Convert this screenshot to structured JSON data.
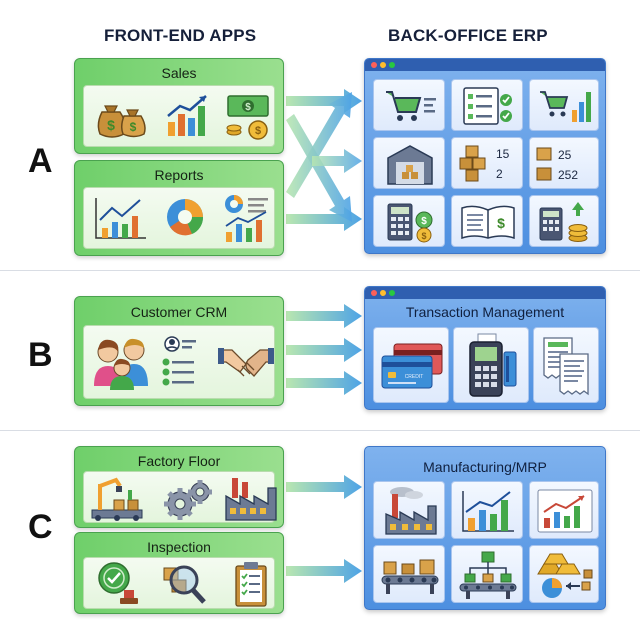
{
  "headers": {
    "left": "FRONT-END APPS",
    "right": "BACK-OFFICE ERP"
  },
  "rows": [
    {
      "letter": "A",
      "front": [
        {
          "title": "Sales"
        },
        {
          "title": "Reports"
        }
      ],
      "erp": {
        "title": "",
        "tiles": [
          {
            "icon": "shopping-cart-list-icon"
          },
          {
            "icon": "checklist-icon"
          },
          {
            "icon": "cart-bar-chart-icon"
          },
          {
            "icon": "warehouse-icon"
          },
          {
            "icon": "inventory-boxes-icon",
            "values": [
              "15",
              "2"
            ]
          },
          {
            "icon": "stock-boxes-icon",
            "values": [
              "25",
              "252"
            ]
          },
          {
            "icon": "calculator-coins-icon"
          },
          {
            "icon": "ledger-book-icon"
          },
          {
            "icon": "calculator-coins-up-icon"
          }
        ]
      }
    },
    {
      "letter": "B",
      "front": [
        {
          "title": "Customer CRM"
        }
      ],
      "erp": {
        "title": "Transaction Management",
        "card_label": "CREDIT",
        "tiles": [
          {
            "icon": "credit-cards-icon"
          },
          {
            "icon": "pos-terminal-icon"
          },
          {
            "icon": "receipts-icon"
          }
        ]
      }
    },
    {
      "letter": "C",
      "front": [
        {
          "title": "Factory Floor"
        },
        {
          "title": "Inspection"
        }
      ],
      "erp": {
        "title": "Manufacturing/MRP",
        "tiles": [
          {
            "icon": "factory-icon"
          },
          {
            "icon": "bar-chart-icon"
          },
          {
            "icon": "bar-chart-trend-icon"
          },
          {
            "icon": "conveyor-boxes-icon"
          },
          {
            "icon": "conveyor-flow-icon"
          },
          {
            "icon": "gold-pie-icon"
          }
        ]
      }
    }
  ],
  "colors": {
    "front": "#6fcf6a",
    "erp": "#4d8fe0",
    "arrow": "#4ea3e6"
  }
}
